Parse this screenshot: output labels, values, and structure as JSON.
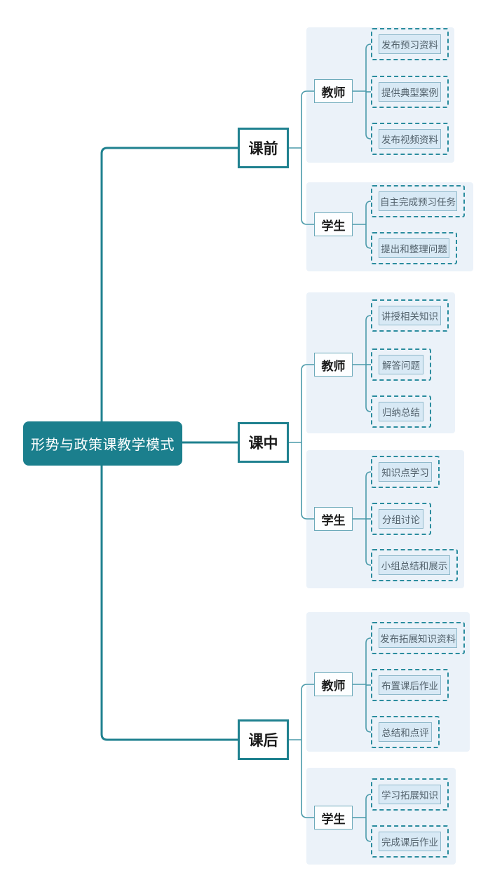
{
  "diagram_title": "形势与政策课教学模式",
  "colors": {
    "root_fill": "#1B7F8D",
    "trunk_line": "#1F818F",
    "branch_line": "#4A9AAA",
    "panel_fill": "#EBF2F9",
    "task_fill": "#D8E9F5",
    "task_dashed_border": "#2A8C9E"
  },
  "tree": {
    "root": "形势与政策课教学模式",
    "phases": [
      {
        "label": "课前",
        "roles": [
          {
            "label": "教师",
            "tasks": [
              "发布预习资料",
              "提供典型案例",
              "发布视频资料"
            ]
          },
          {
            "label": "学生",
            "tasks": [
              "自主完成预习任务",
              "提出和整理问题"
            ]
          }
        ]
      },
      {
        "label": "课中",
        "roles": [
          {
            "label": "教师",
            "tasks": [
              "讲授相关知识",
              "解答问题",
              "归纳总结"
            ]
          },
          {
            "label": "学生",
            "tasks": [
              "知识点学习",
              "分组讨论",
              "小组总结和展示"
            ]
          }
        ]
      },
      {
        "label": "课后",
        "roles": [
          {
            "label": "教师",
            "tasks": [
              "发布拓展知识资料",
              "布置课后作业",
              "总结和点评"
            ]
          },
          {
            "label": "学生",
            "tasks": [
              "学习拓展知识",
              "完成课后作业"
            ]
          }
        ]
      }
    ]
  }
}
